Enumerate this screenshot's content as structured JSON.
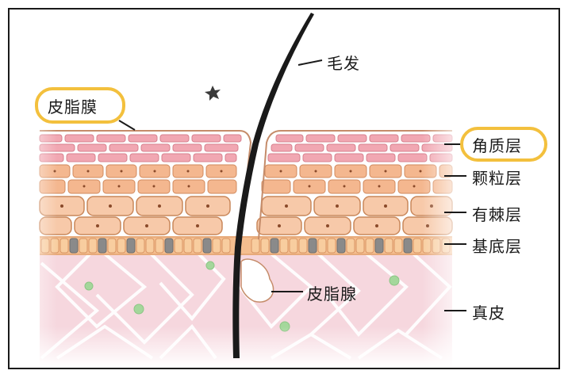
{
  "labels": {
    "sebum_film": "皮脂膜",
    "hair": "毛发",
    "stratum_corneum": "角质层",
    "stratum_granulosum": "颗粒层",
    "stratum_spinosum": "有棘层",
    "stratum_basale": "基底层",
    "sebaceous_gland": "皮脂腺",
    "dermis": "真皮"
  },
  "colors": {
    "frame": "#1a1a1a",
    "highlight": "#f3c03d",
    "corneum_cell": "#f1a7b2",
    "granulosum_cell": "#f4b78f",
    "spinosum_cell": "#f7c9a9",
    "basale_cell": "#f5be8f",
    "basale_dark": "#8a8a8a",
    "dermis": "#f6d7de",
    "dermis_dot": "#9fd59a",
    "hair": "#1a1a1a"
  }
}
